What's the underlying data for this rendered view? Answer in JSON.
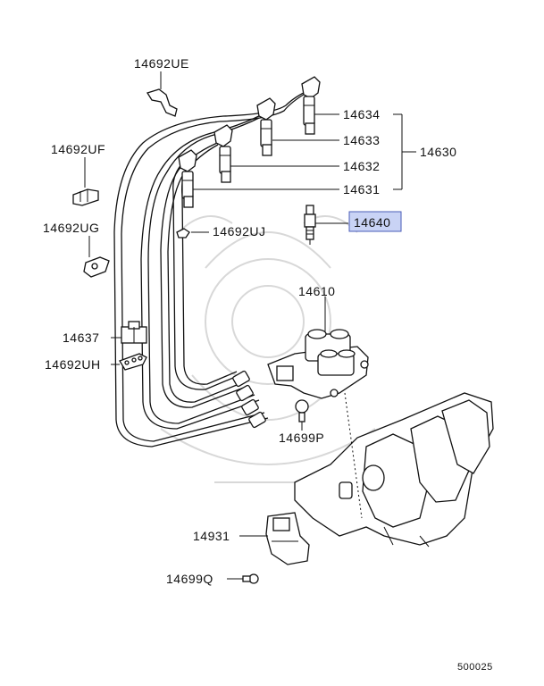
{
  "diagram": {
    "labels": {
      "p14692UE": "14692UE",
      "p14692UF": "14692UF",
      "p14692UG": "14692UG",
      "p14692UJ": "14692UJ",
      "p14634": "14634",
      "p14633": "14633",
      "p14632": "14632",
      "p14631": "14631",
      "p14630": "14630",
      "p14640": "14640",
      "p14610": "14610",
      "p14637": "14637",
      "p14692UH": "14692UH",
      "p14699P": "14699P",
      "p14931": "14931",
      "p14699Q": "14699Q",
      "ref": "500025"
    },
    "highlight_color": "#c9d3f5",
    "highlight_border": "#4a5cb8",
    "highlighted_part": "14640"
  }
}
